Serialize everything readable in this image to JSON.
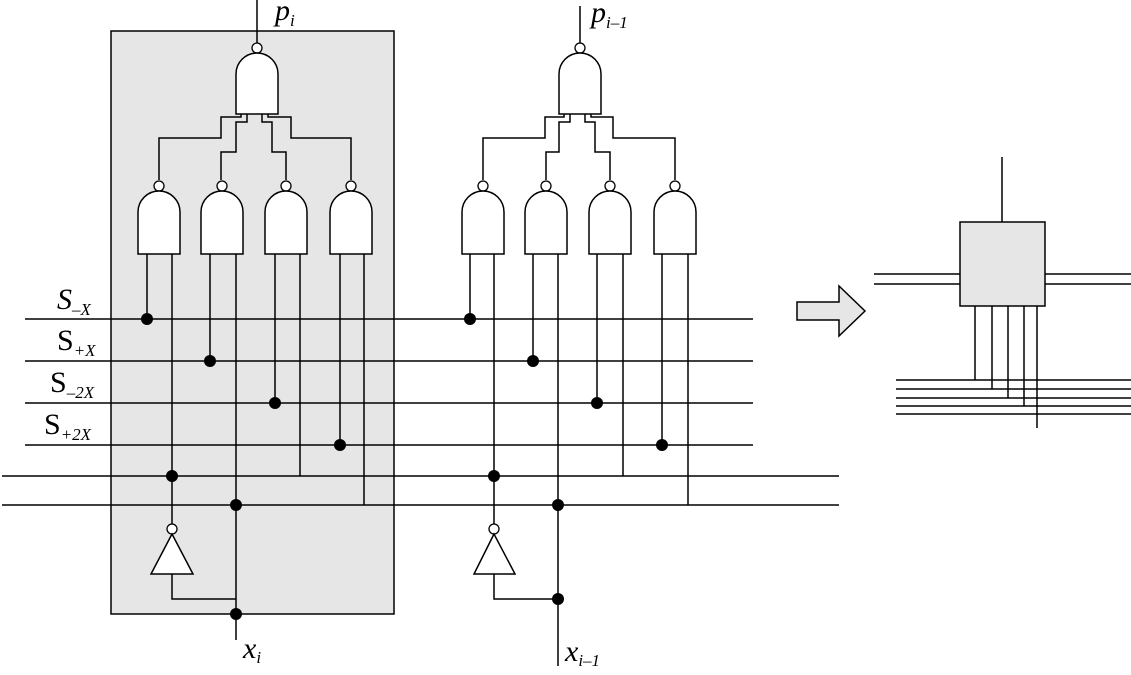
{
  "colors": {
    "block_fill": "#e6e6e6",
    "line": "#000000",
    "gate_fill": "#ffffff"
  },
  "labels": {
    "select_lines": [
      {
        "base": "S",
        "sub": "–X"
      },
      {
        "base": "S",
        "sub": "+X"
      },
      {
        "base": "S",
        "sub": "–2X"
      },
      {
        "base": "S",
        "sub": "+2X"
      }
    ],
    "outputs": [
      {
        "base": "p",
        "sub": "i"
      },
      {
        "base": "p",
        "sub": "i–1"
      }
    ],
    "inputs": [
      {
        "base": "x",
        "sub": "i"
      },
      {
        "base": "x",
        "sub": "i–1"
      }
    ]
  },
  "icons": {
    "arrow": "right-arrow-icon",
    "summary_block": "selector-block-icon"
  }
}
